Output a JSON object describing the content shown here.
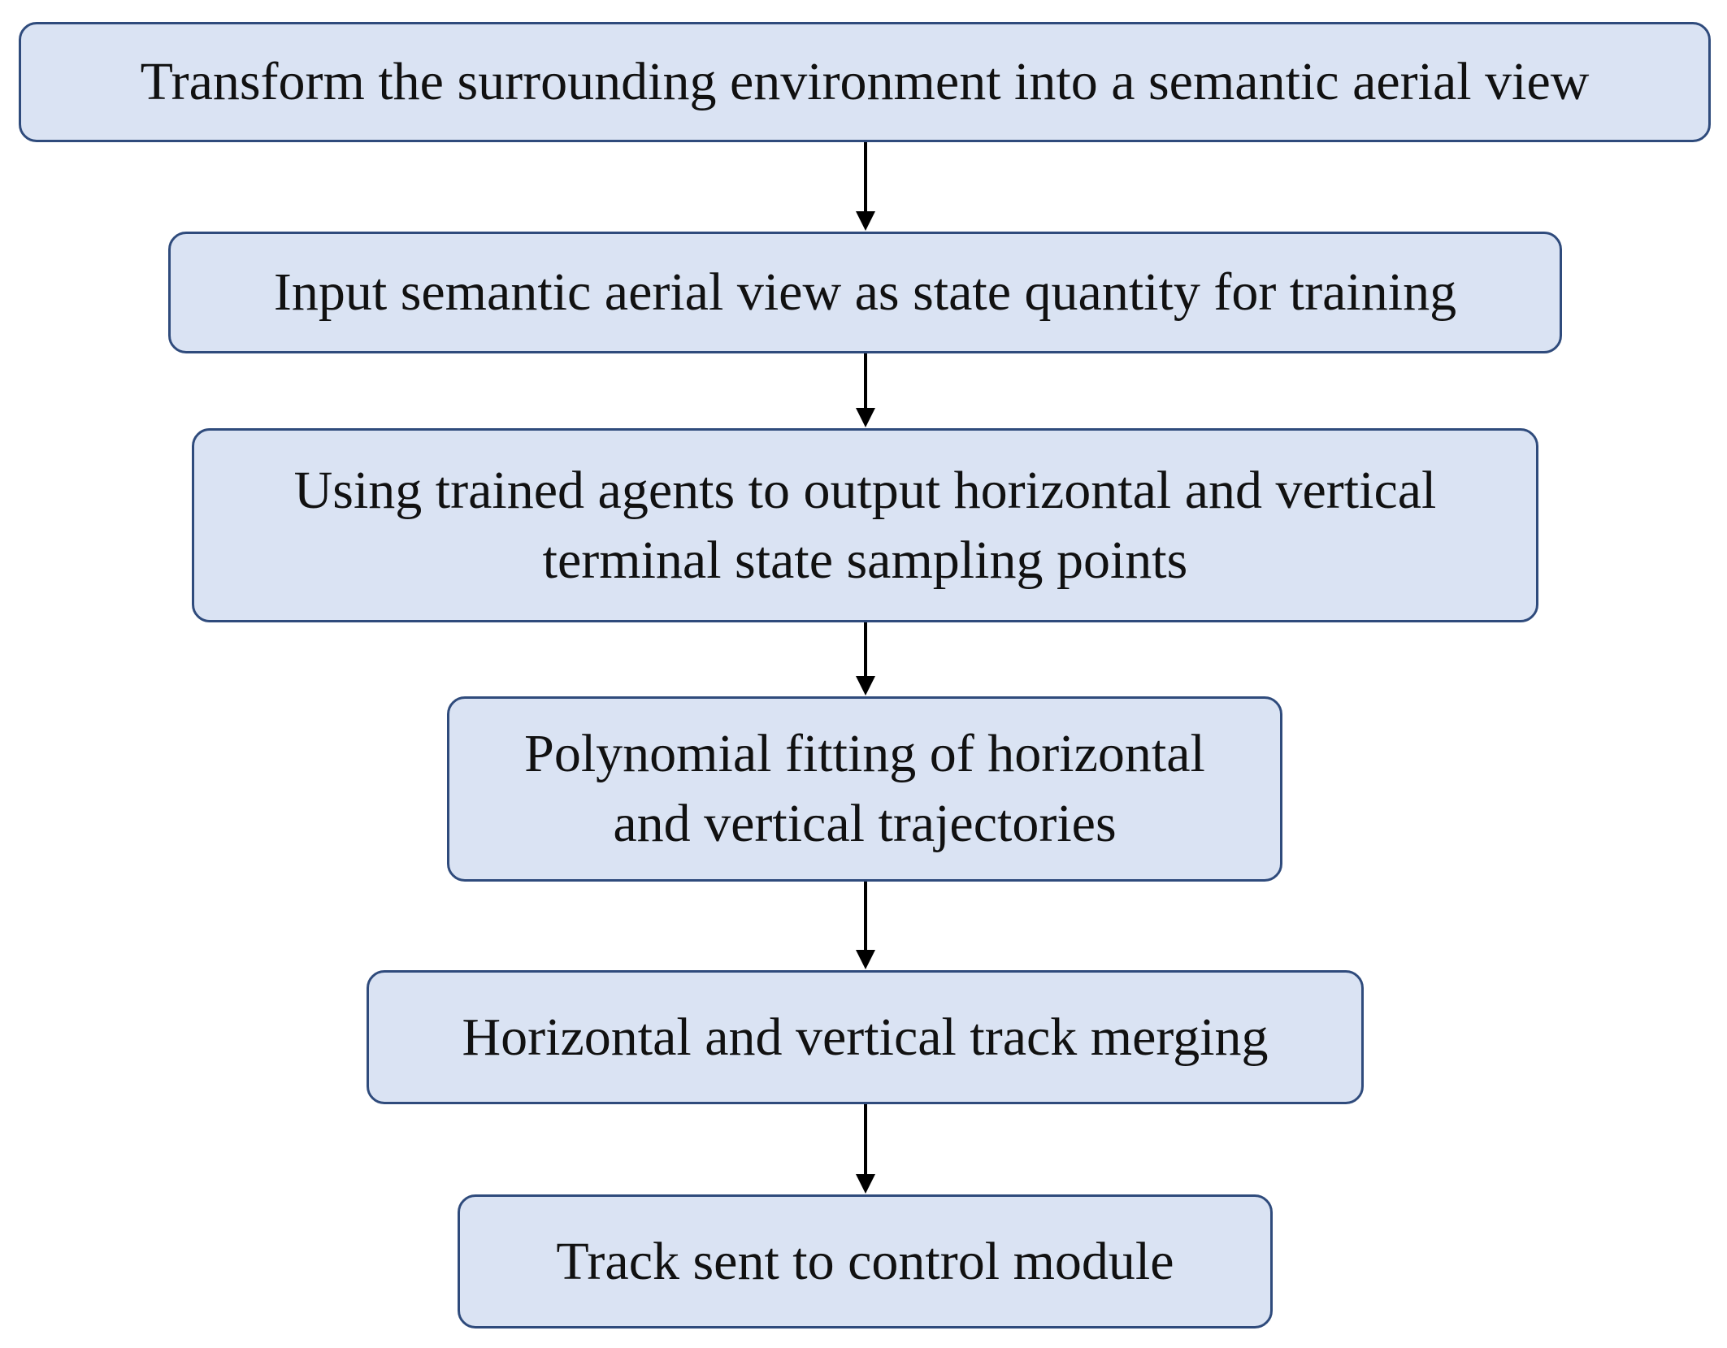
{
  "steps": [
    {
      "text": "Transform the surrounding environment into a semantic aerial view"
    },
    {
      "text": "Input semantic aerial view as state quantity for training"
    },
    {
      "text": "Using trained agents to output horizontal and vertical\nterminal state sampling points"
    },
    {
      "text": "Polynomial  fitting of horizontal\nand vertical trajectories"
    },
    {
      "text": "Horizontal and vertical track merging"
    },
    {
      "text": "Track sent to control module"
    }
  ],
  "colors": {
    "box_fill": "#dae3f3",
    "box_border": "#2f4b7c",
    "arrow": "#000000"
  }
}
